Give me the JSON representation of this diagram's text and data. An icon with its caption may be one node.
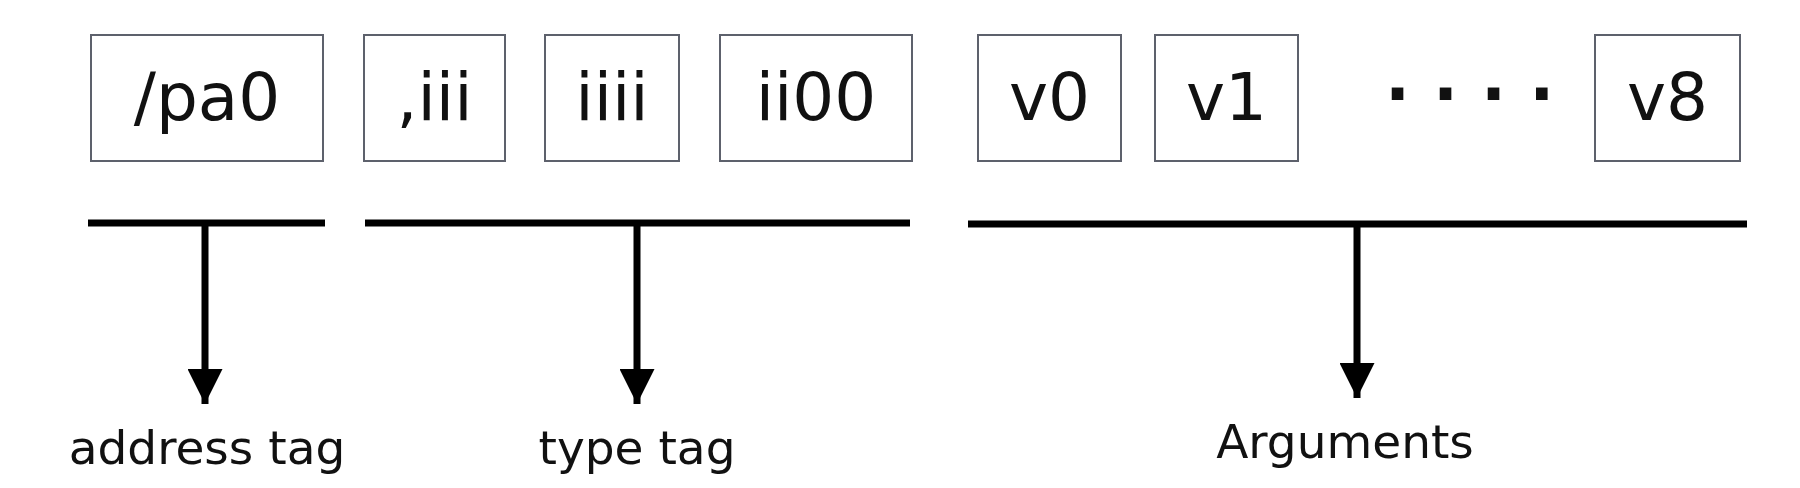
{
  "diagram": {
    "nodes": [
      {
        "text": [
          "/pa0"
        ]
      },
      {
        "text": [
          ",iii"
        ]
      },
      {
        "text": [
          "iiii"
        ]
      },
      {
        "text": [
          "ii00"
        ]
      },
      {
        "text": [
          "v0"
        ]
      },
      {
        "text": [
          "v1"
        ]
      },
      {
        "text": [
          "v8"
        ]
      },
      {
        "text": [
          "address tag"
        ]
      },
      {
        "text": [
          "type tag"
        ]
      },
      {
        "text": [
          "Arguments"
        ]
      }
    ],
    "edges": [
      {
        "from": null,
        "to": 7,
        "arrow": "to"
      },
      {
        "from": null,
        "to": 8,
        "arrow": "to"
      },
      {
        "from": null,
        "to": 9,
        "arrow": "to"
      }
    ],
    "labels": [
      "· · · ·"
    ]
  }
}
